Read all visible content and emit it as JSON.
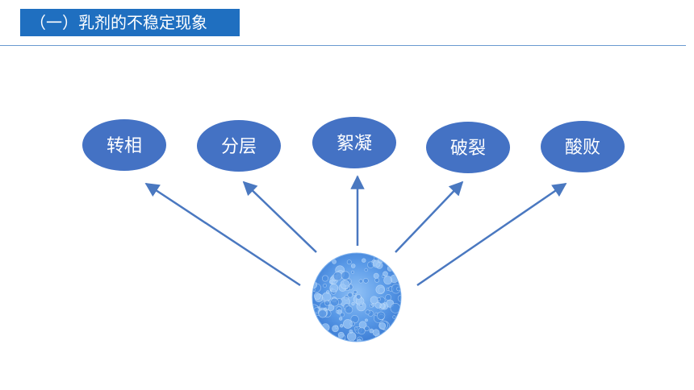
{
  "header": {
    "title": "（一）乳剂的不稳定现象"
  },
  "diagram": {
    "nodes": [
      {
        "id": "phase-inversion",
        "label": "转相"
      },
      {
        "id": "creaming",
        "label": "分层"
      },
      {
        "id": "flocculation",
        "label": "絮凝"
      },
      {
        "id": "breaking",
        "label": "破裂"
      },
      {
        "id": "rancidity",
        "label": "酸败"
      }
    ],
    "center_icon": "emulsion-droplets-image",
    "colors": {
      "title_bg": "#1f6fc0",
      "node_fill": "#4472c4",
      "arrow": "#4a78c0",
      "droplet_base": "#5b9be8"
    }
  }
}
